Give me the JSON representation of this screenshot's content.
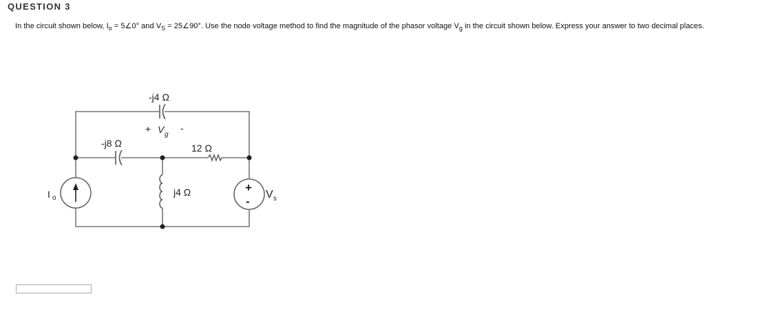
{
  "question": {
    "title": "QUESTION 3",
    "text_parts": {
      "p1": "In the circuit shown below, I",
      "io_sub": "o",
      "p2": " = 5∠0° and V",
      "vs_sub": "S",
      "p3": " = 25∠90°. Use the node voltage method to find the magnitude of the phasor voltage V",
      "vg_sub": "g",
      "p4": " in the circuit shown below. Express your answer to two decimal places."
    }
  },
  "circuit": {
    "top_capacitor_label": "-j4 Ω",
    "vg_plus": "+",
    "vg_symbol": "V",
    "vg_sub": "g",
    "vg_minus": "-",
    "left_capacitor_label": "-j8 Ω",
    "resistor_label": "12 Ω",
    "inductor_label": "j4 Ω",
    "current_source_label": "I",
    "current_source_sub": "o",
    "voltage_source_label": "V",
    "voltage_source_sub": "s",
    "voltage_source_plus": "+",
    "voltage_source_minus": "-",
    "colors": {
      "wire": "#777777",
      "node": "#222222",
      "text": "#222222"
    }
  },
  "answer": {
    "value": "",
    "placeholder": ""
  }
}
